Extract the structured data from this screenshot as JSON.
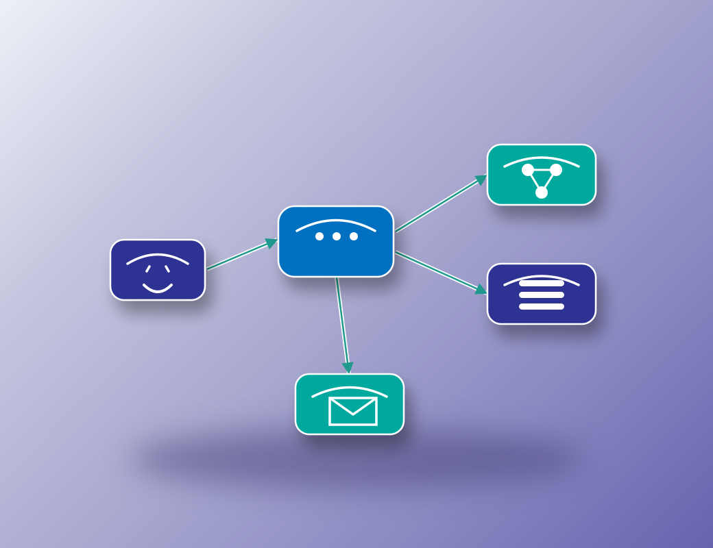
{
  "diagram": {
    "colors": {
      "node_navy": "#2e3192",
      "node_blue": "#0070c0",
      "node_teal": "#00a99d",
      "node_border": "#ffffff",
      "icon": "#ffffff",
      "arrow": "#1f9a8e"
    },
    "nodes": [
      {
        "id": "user",
        "icon": "smiley-icon",
        "color": "navy"
      },
      {
        "id": "hub",
        "icon": "dots-icon",
        "color": "blue"
      },
      {
        "id": "network",
        "icon": "network-icon",
        "color": "teal"
      },
      {
        "id": "list",
        "icon": "list-icon",
        "color": "navy"
      },
      {
        "id": "mail",
        "icon": "mail-icon",
        "color": "teal"
      }
    ],
    "edges": [
      {
        "from": "user",
        "to": "hub"
      },
      {
        "from": "hub",
        "to": "network"
      },
      {
        "from": "hub",
        "to": "list"
      },
      {
        "from": "hub",
        "to": "mail"
      }
    ]
  }
}
